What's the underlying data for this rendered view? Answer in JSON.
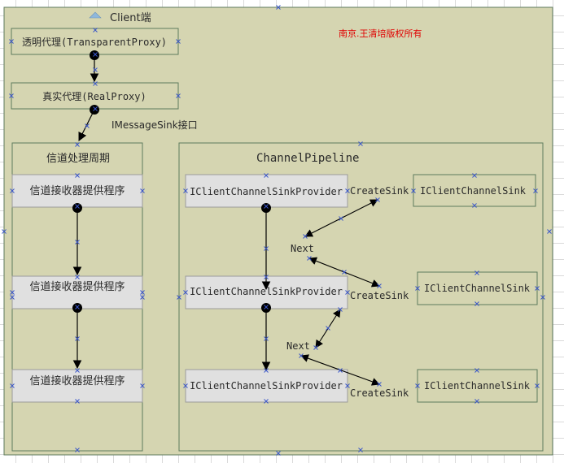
{
  "header": {
    "client_label": "Client端",
    "copyright": "南京.王清培版权所有"
  },
  "proxies": {
    "transparent": "透明代理(TransparentProxy)",
    "real": "真实代理(RealProxy)",
    "sink_interface": "IMessageSink接口"
  },
  "lifecycle": {
    "title": "信道处理周期",
    "providers": [
      "信道接收器提供程序",
      "信道接收器提供程序",
      "信道接收器提供程序"
    ]
  },
  "pipeline": {
    "title": "ChannelPipeline",
    "providers": [
      "IClientChannelSinkProvider",
      "IClientChannelSinkProvider",
      "IClientChannelSinkProvider"
    ],
    "sinks": [
      "IClientChannelSink",
      "IClientChannelSink",
      "IClientChannelSink"
    ],
    "create_labels": [
      "CreateSink",
      "CreateSink",
      "CreateSink"
    ],
    "next_labels": [
      "Next",
      "Next"
    ]
  },
  "colors": {
    "canvas": "#d5d5b1",
    "provider_fill": "#e0e0e0",
    "border": "#5d7a5d",
    "copyright": "#e00000",
    "handle": "#3a56c8"
  }
}
